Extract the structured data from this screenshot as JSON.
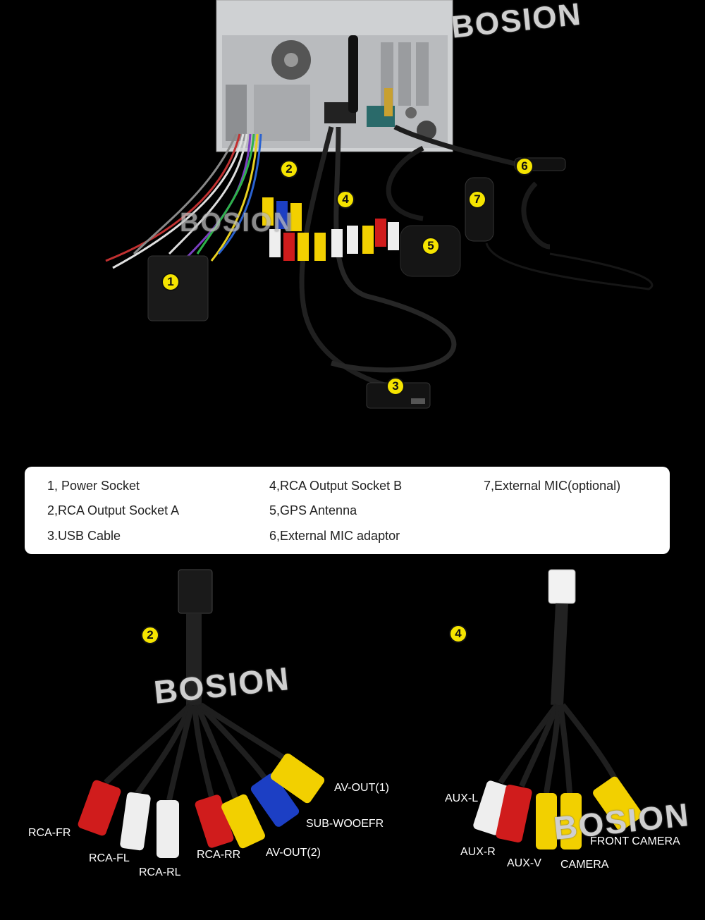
{
  "watermarks": [
    "BOSION",
    "BOSION",
    "BOSION",
    "BOSION"
  ],
  "top_markers": [
    "1",
    "2",
    "3",
    "4",
    "5",
    "6",
    "7"
  ],
  "legend": {
    "items": [
      "1, Power Socket",
      "2,RCA Output Socket A",
      "3.USB Cable",
      "4,RCA Output Socket B",
      "5,GPS Antenna",
      "6,External MIC adaptor",
      "7,External MIC(optional)"
    ]
  },
  "section_markers": [
    "2",
    "4"
  ],
  "harness_a_labels": [
    "AV-OUT(1)",
    "SUB-WOOEFR",
    "RCA-FR",
    "RCA-FL",
    "RCA-RL",
    "RCA-RR",
    "AV-OUT(2)"
  ],
  "harness_b_labels": [
    "AUX-L",
    "AUX-R",
    "AUX-V",
    "CAMERA",
    "FRONT CAMERA"
  ],
  "colors": {
    "marker": "#f5e400",
    "red": "#d01c1c",
    "white": "#eeeeee",
    "yellow": "#f2d000",
    "blue": "#1c3fc4"
  }
}
